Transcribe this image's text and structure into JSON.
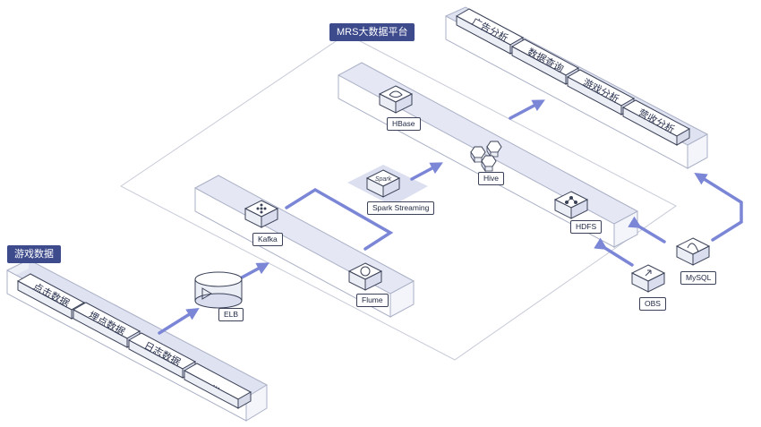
{
  "platform_title": "MRS大数据平台",
  "game_data_title": "游戏数据",
  "source_items": [
    "点击数据",
    "埋点数据",
    "日志数据",
    "..."
  ],
  "app_items": [
    "广告分析",
    "数据查询",
    "游戏分析",
    "营收分析"
  ],
  "nodes": {
    "elb": "ELB",
    "kafka": "Kafka",
    "flume": "Flume",
    "spark_streaming": "Spark Streaming",
    "spark_logo": "Spark",
    "hbase": "HBase",
    "hive": "Hive",
    "hdfs": "HDFS",
    "mysql": "MySQL",
    "obs": "OBS"
  },
  "colors": {
    "accent": "#7b86d6",
    "tag_bg": "#3d4a8c",
    "platform_fill": "#eceef8",
    "line_dark": "#3b4258"
  }
}
